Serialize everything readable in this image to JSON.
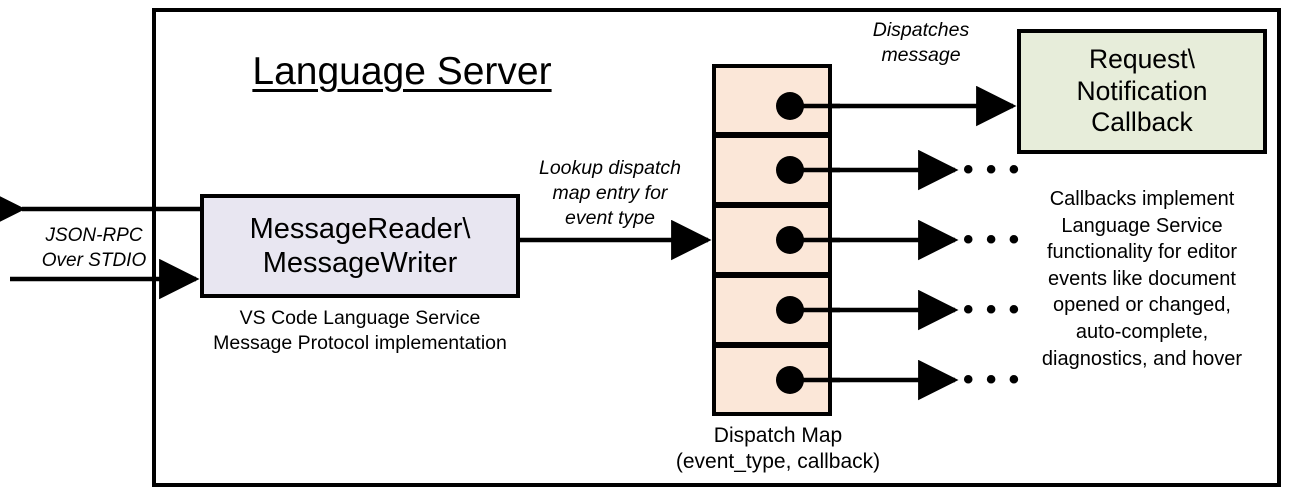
{
  "diagram": {
    "title": "Language Server",
    "frame_name": "language-server-boundary"
  },
  "external_io": {
    "label": "JSON-RPC\nOver STDIO",
    "outbound_arrow": "arrow-left-out",
    "inbound_arrow": "arrow-right-in"
  },
  "reader_writer": {
    "box_label": "MessageReader\\\nMessageWriter",
    "caption": "VS Code Language Service\nMessage Protocol implementation",
    "fill": "#e8e6f1",
    "stroke": "#000000"
  },
  "lookup": {
    "label": "Lookup dispatch\nmap entry for\nevent type"
  },
  "dispatch_map": {
    "caption": "Dispatch Map\n(event_type, callback)",
    "fill": "#fbe7d8",
    "stroke": "#000000",
    "row_count": 5,
    "rows": [
      {
        "name": "dispatch-map-row-1",
        "marker": "callback-dot"
      },
      {
        "name": "dispatch-map-row-2",
        "marker": "callback-dot"
      },
      {
        "name": "dispatch-map-row-3",
        "marker": "callback-dot"
      },
      {
        "name": "dispatch-map-row-4",
        "marker": "callback-dot"
      },
      {
        "name": "dispatch-map-row-5",
        "marker": "callback-dot"
      }
    ]
  },
  "dispatch_edge": {
    "label": "Dispatches\nmessage"
  },
  "callback": {
    "box_label": "Request\\\nNotification\nCallback",
    "description": "Callbacks implement\nLanguage Service\nfunctionality for editor\nevents like document\nopened or changed,\nauto-complete,\ndiagnostics, and hover",
    "fill": "#e7edda",
    "stroke": "#000000"
  },
  "ellipses": {
    "glyph": "• • •",
    "count": 4
  },
  "colors": {
    "background": "#ffffff",
    "line": "#000000",
    "lavender_box": "#e8e6f1",
    "peach_rows": "#fbe7d8",
    "green_box": "#e7edda"
  }
}
